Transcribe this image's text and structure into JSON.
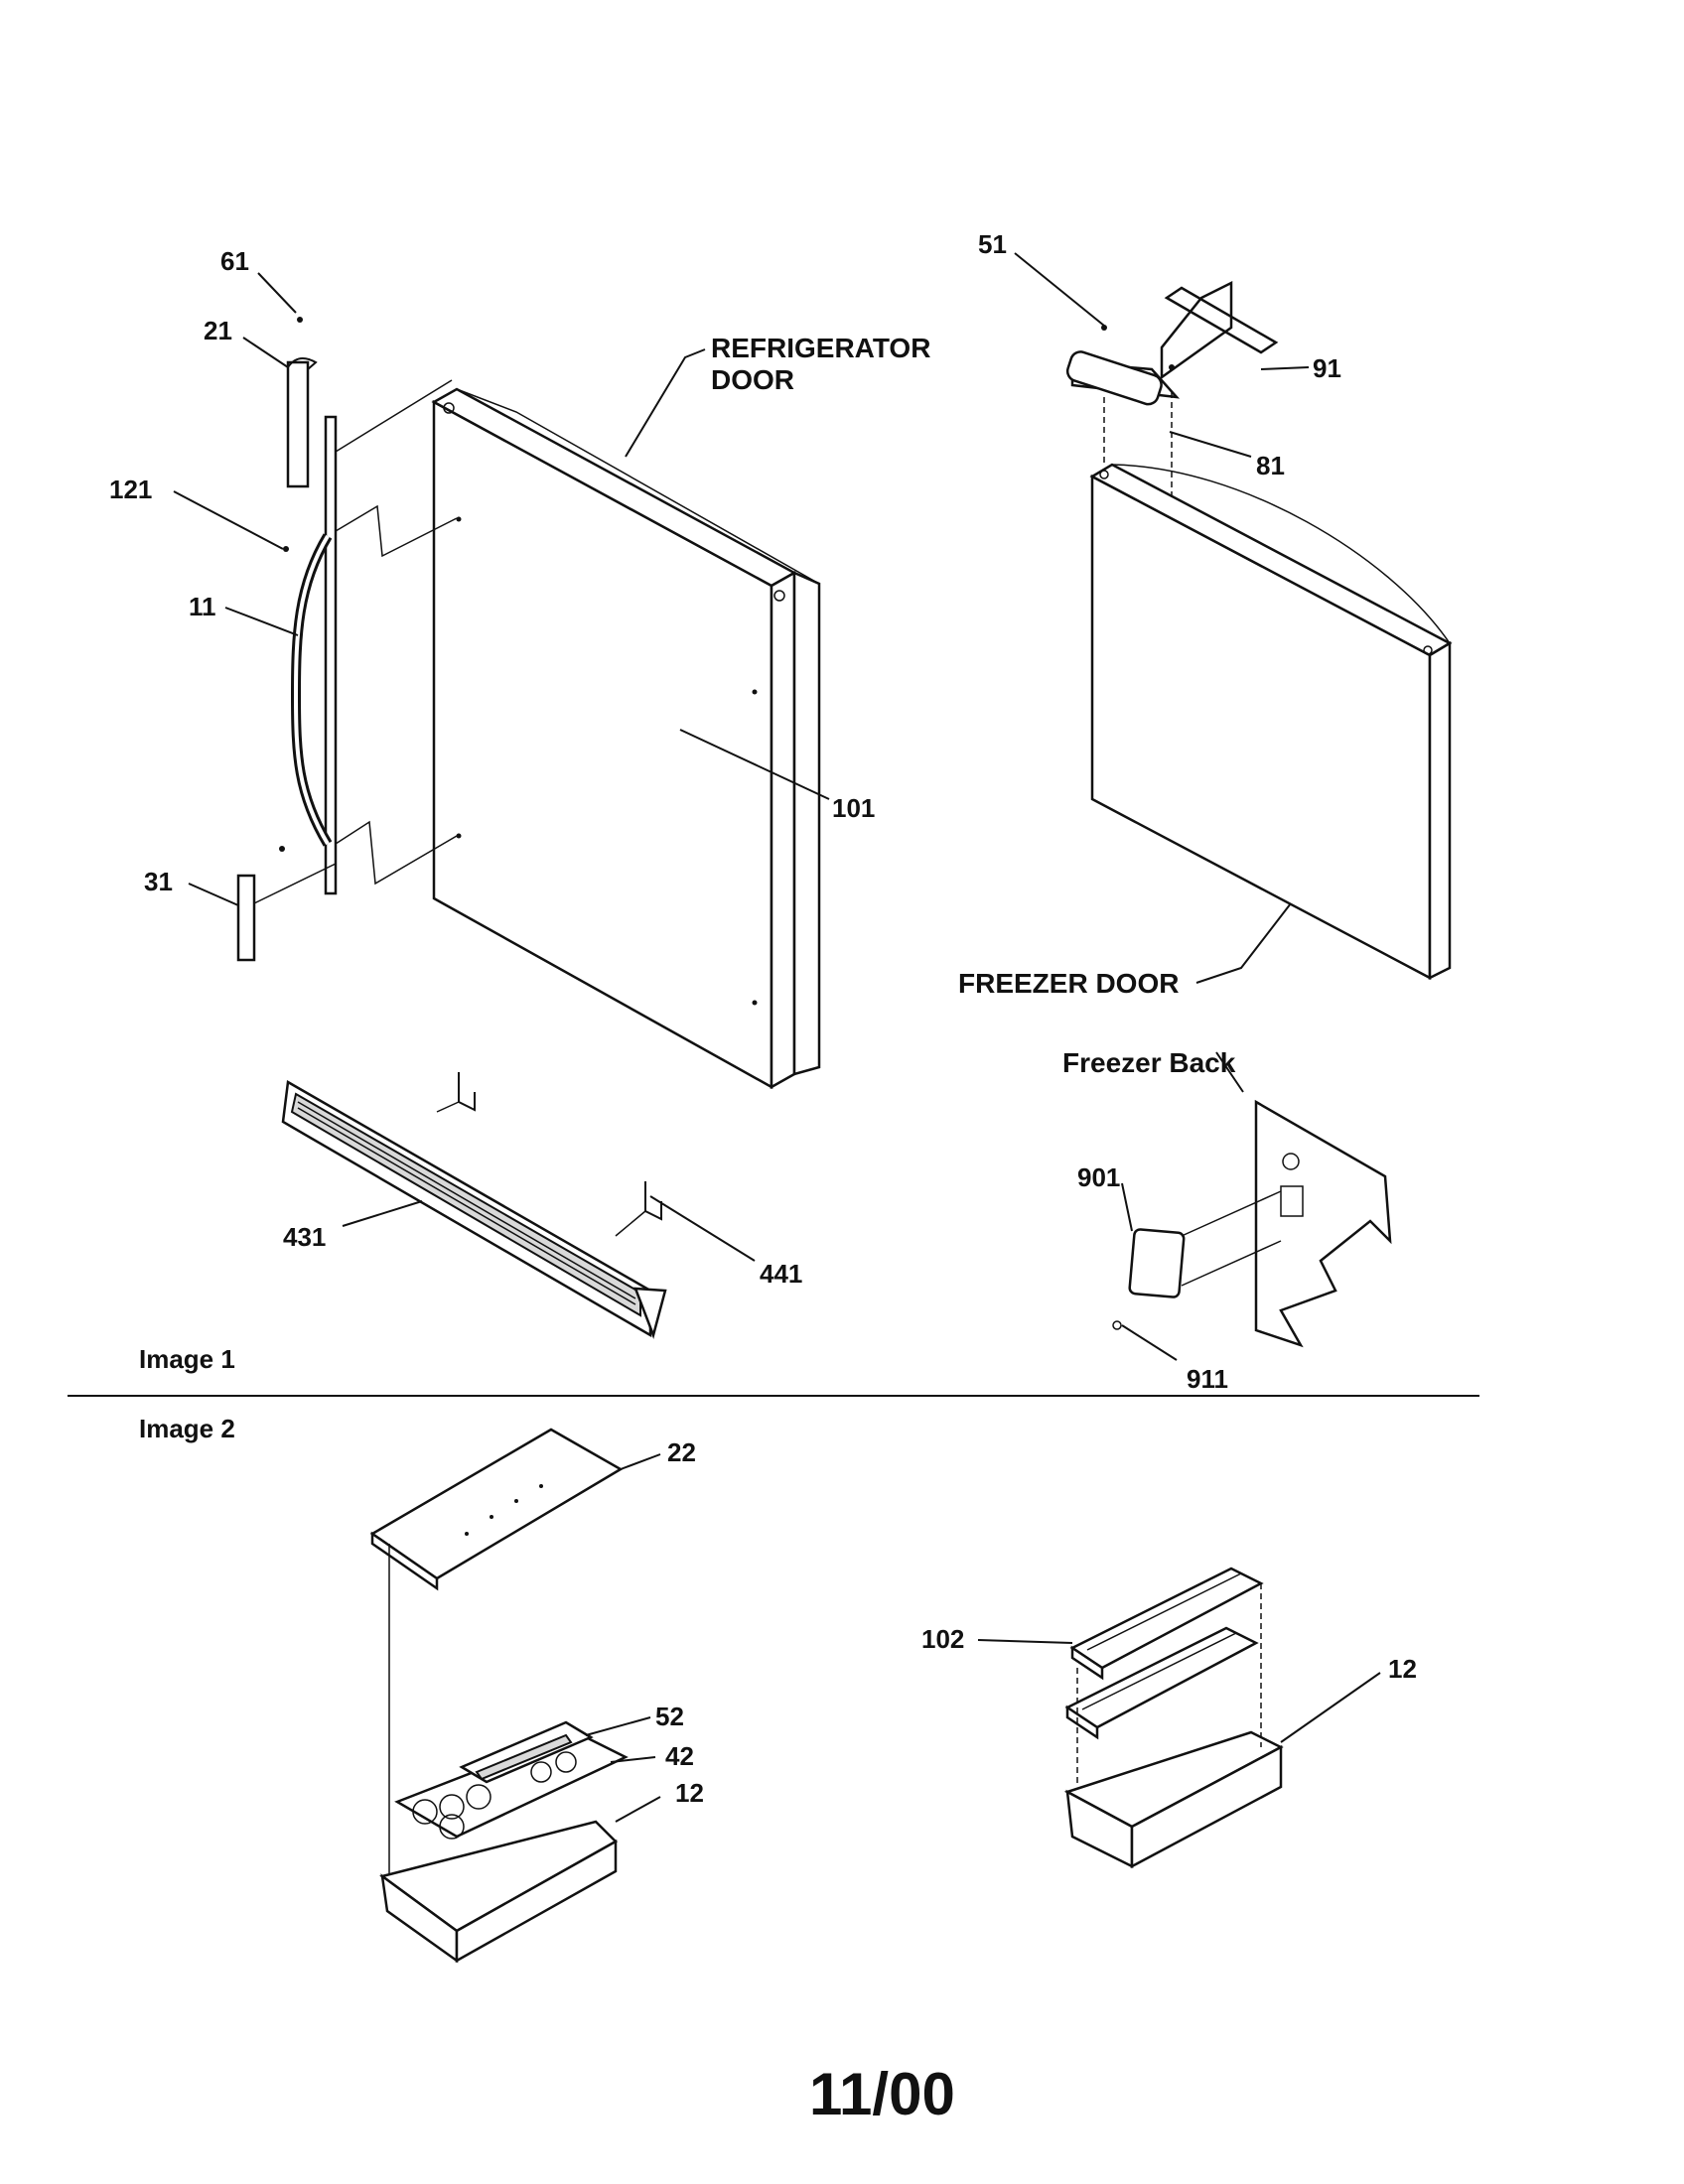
{
  "labels": {
    "p61": "61",
    "p21": "21",
    "p121": "121",
    "p11": "11",
    "p31": "31",
    "p101": "101",
    "p431": "431",
    "p441": "441",
    "p51": "51",
    "p91": "91",
    "p81": "81",
    "p901": "901",
    "p911": "911",
    "p22": "22",
    "p52": "52",
    "p42": "42",
    "p12a": "12",
    "p102": "102",
    "p12b": "12"
  },
  "captions": {
    "refrigerator_door": [
      "REFRIGERATOR",
      "DOOR"
    ],
    "freezer_door": "FREEZER DOOR",
    "freezer_back": "Freezer Back",
    "image1": "Image 1",
    "image2": "Image 2"
  },
  "footer": "11/00"
}
